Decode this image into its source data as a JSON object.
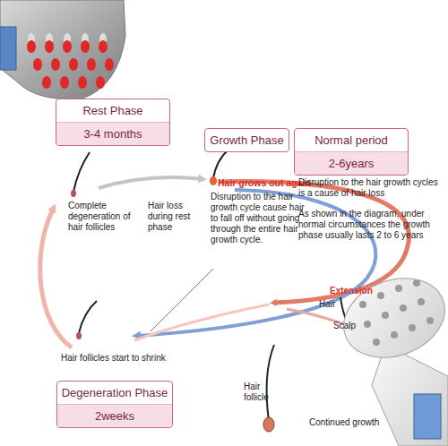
{
  "diagram": {
    "nodes": [
      {
        "text": [
          "Rest Phase",
          "3-4 months"
        ]
      },
      {
        "text": [
          "Growth Phase"
        ]
      },
      {
        "text": [
          "Normal period",
          "2-6years"
        ]
      },
      {
        "text": [
          "Degeneration Phase",
          "2weeks"
        ]
      }
    ],
    "labels": [
      "Hair grows out again",
      "Disruption to the hair growth cycles is a cause of hair loss",
      "As shown in the diagram, under normal circumstances the growth phase usually lasts 2 to 6 years",
      "Complete degeneration of hair follicles",
      "Hair loss during rest phase",
      "Disruption to the hair growth cycle cause hair to fall off without going through the entire hair growth cycle.",
      "Extension",
      "Hair",
      "Scalp",
      "Hair follicles start to shrink",
      "Hair follicle",
      "Continued growth"
    ]
  }
}
